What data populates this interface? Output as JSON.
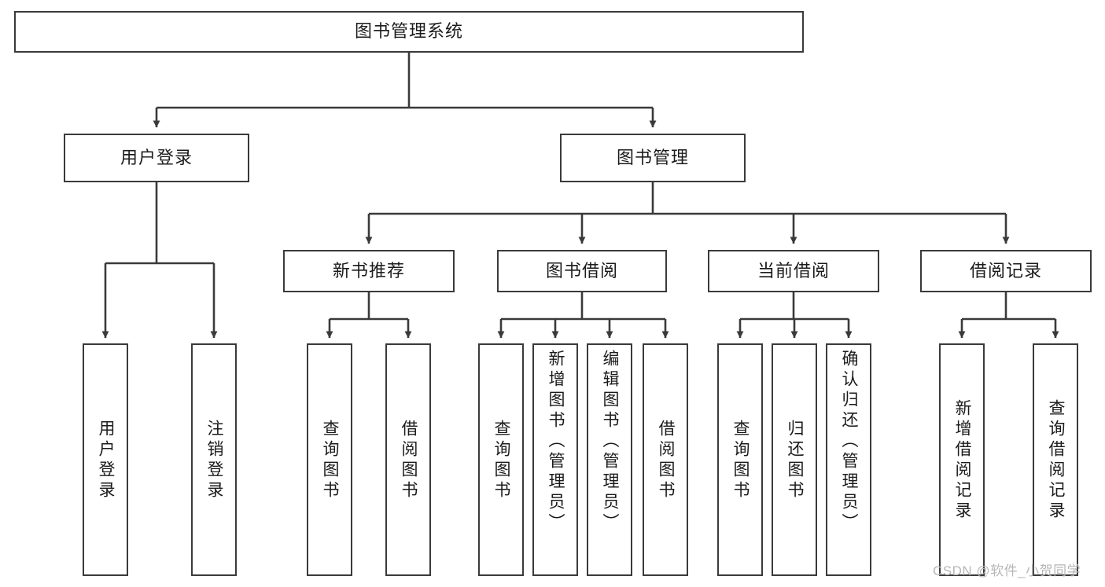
{
  "diagram": {
    "type": "tree-hierarchy-flowchart",
    "title": "图书管理系统",
    "watermark": "CSDN @软件_小贺同学",
    "colors": {
      "box_border": "#3a3a3a",
      "box_fill": "#ffffff",
      "connector": "#3a3a3a",
      "text": "#1b1b1b",
      "watermark": "#b6b6b6",
      "background": "#ffffff"
    },
    "nodes": {
      "root": {
        "label": "图书管理系统",
        "level": 0,
        "orientation": "horizontal"
      },
      "user_login": {
        "label": "用户登录",
        "level": 1,
        "orientation": "horizontal"
      },
      "book_mgmt": {
        "label": "图书管理",
        "level": 1,
        "orientation": "horizontal"
      },
      "new_book_rec": {
        "label": "新书推荐",
        "level": 2,
        "orientation": "horizontal"
      },
      "book_borrow": {
        "label": "图书借阅",
        "level": 2,
        "orientation": "horizontal"
      },
      "current_borrow": {
        "label": "当前借阅",
        "level": 2,
        "orientation": "horizontal"
      },
      "borrow_record": {
        "label": "借阅记录",
        "level": 2,
        "orientation": "horizontal"
      },
      "leaf_user_login": {
        "label": "用户登录",
        "level": 3,
        "orientation": "vertical"
      },
      "leaf_logout": {
        "label": "注销登录",
        "level": 3,
        "orientation": "vertical"
      },
      "leaf_query_book_1": {
        "label": "查询图书",
        "level": 3,
        "orientation": "vertical"
      },
      "leaf_borrow_book_1": {
        "label": "借阅图书",
        "level": 3,
        "orientation": "vertical"
      },
      "leaf_query_book_2": {
        "label": "查询图书",
        "level": 3,
        "orientation": "vertical"
      },
      "leaf_add_book": {
        "label": "新增图书（管理员）",
        "level": 3,
        "orientation": "vertical"
      },
      "leaf_edit_book": {
        "label": "编辑图书（管理员）",
        "level": 3,
        "orientation": "vertical"
      },
      "leaf_borrow_book_2": {
        "label": "借阅图书",
        "level": 3,
        "orientation": "vertical"
      },
      "leaf_query_book_3": {
        "label": "查询图书",
        "level": 3,
        "orientation": "vertical"
      },
      "leaf_return_book": {
        "label": "归还图书",
        "level": 3,
        "orientation": "vertical"
      },
      "leaf_confirm_return": {
        "label": "确认归还（管理员）",
        "level": 3,
        "orientation": "vertical"
      },
      "leaf_add_record": {
        "label": "新增借阅记录",
        "level": 3,
        "orientation": "vertical"
      },
      "leaf_query_record": {
        "label": "查询借阅记录",
        "level": 3,
        "orientation": "vertical"
      }
    },
    "edges": [
      {
        "from": "root",
        "to": "user_login"
      },
      {
        "from": "root",
        "to": "book_mgmt"
      },
      {
        "from": "book_mgmt",
        "to": "new_book_rec"
      },
      {
        "from": "book_mgmt",
        "to": "book_borrow"
      },
      {
        "from": "book_mgmt",
        "to": "current_borrow"
      },
      {
        "from": "book_mgmt",
        "to": "borrow_record"
      },
      {
        "from": "user_login",
        "to": "leaf_user_login"
      },
      {
        "from": "user_login",
        "to": "leaf_logout"
      },
      {
        "from": "new_book_rec",
        "to": "leaf_query_book_1"
      },
      {
        "from": "new_book_rec",
        "to": "leaf_borrow_book_1"
      },
      {
        "from": "book_borrow",
        "to": "leaf_query_book_2"
      },
      {
        "from": "book_borrow",
        "to": "leaf_add_book"
      },
      {
        "from": "book_borrow",
        "to": "leaf_edit_book"
      },
      {
        "from": "book_borrow",
        "to": "leaf_borrow_book_2"
      },
      {
        "from": "current_borrow",
        "to": "leaf_query_book_3"
      },
      {
        "from": "current_borrow",
        "to": "leaf_return_book"
      },
      {
        "from": "current_borrow",
        "to": "leaf_confirm_return"
      },
      {
        "from": "borrow_record",
        "to": "leaf_add_record"
      },
      {
        "from": "borrow_record",
        "to": "leaf_query_record"
      }
    ]
  }
}
